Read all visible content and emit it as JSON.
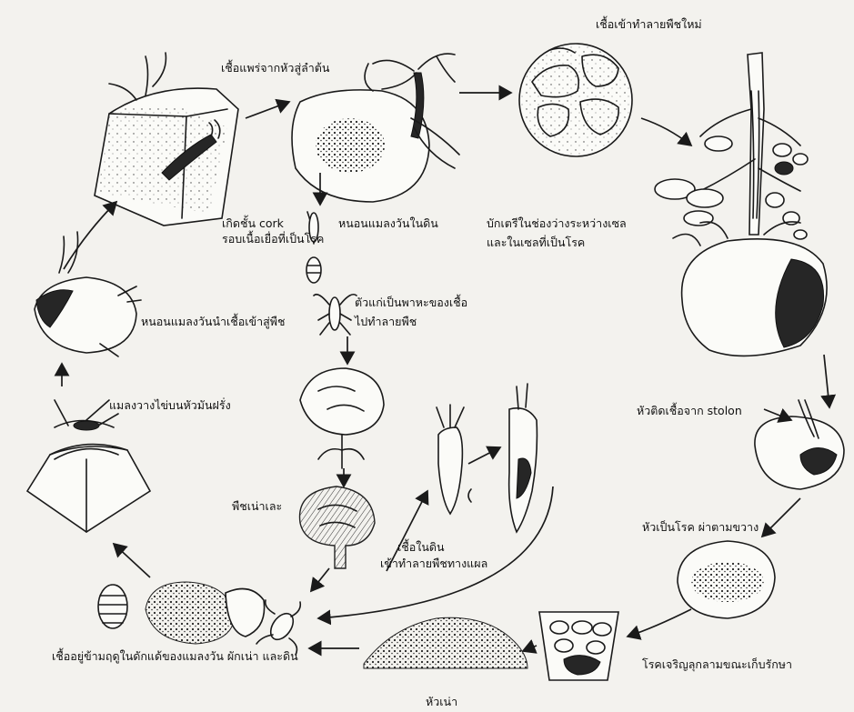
{
  "labels": {
    "spread_to_stem": "เชื้อแพร่จากหัวสู่ลำต้น",
    "invades_new_plant": "เชื้อเข้าทำลายพืชใหม่",
    "cork_line1": "เกิดชั้น cork",
    "cork_line2": "รอบเนื้อเยื่อที่เป็นโรค",
    "maggot_in_soil": "หนอนแมลงวันในดิน",
    "bacteria_line1": "บักเตรีในช่องว่างระหว่างเซล",
    "bacteria_line2": "และในเซลที่เป็นโรค",
    "adult_line1": "ตัวแก่เป็นพาหะของเชื้อ",
    "adult_line2": "ไปทำลายพืช",
    "maggot_carries": "หนอนแมลงวันนำเชื้อเข้าสู่พืช",
    "fly_lays_eggs": "แมลงวางไข่บนหัวมันฝรั่ง",
    "stolon_line1": "หัวติดเชื้อจาก stolon",
    "soft_rot_plant": "พืชเน่าเละ",
    "soil_line1": "เชื้อในดิน",
    "soil_line2": "เข้าทำลายพืชทางแผล",
    "cross_section": "หัวเป็นโรค ผ่าตามขวาง",
    "storage_spread": "โรคเจริญลุกลามขณะเก็บรักษา",
    "overwinter": "เชื้ออยู่ข้ามฤดูในดักแด้ของแมลงวัน ผักเน่า และดิน",
    "rotten_tuber": "หัวเน่า"
  }
}
